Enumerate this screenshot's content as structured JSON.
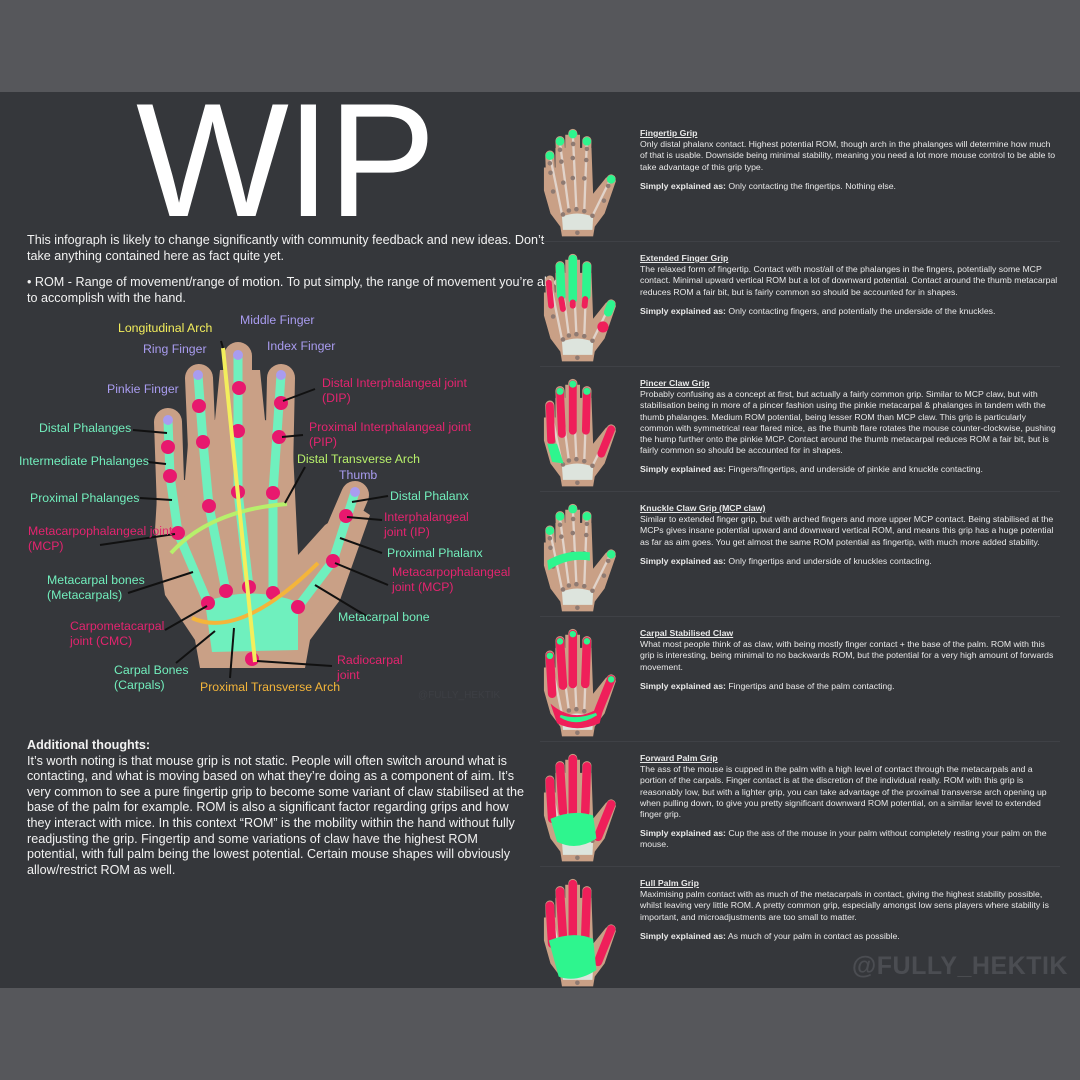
{
  "title": "WIP",
  "intro": {
    "disclaimer": "This infograph is likely to change significantly with community feedback and new ideas. Don’t take anything contained here as fact quite yet.",
    "rom_definition": "• ROM - Range of movement/range of motion. To put simply, the range of movement you’re able to accomplish with the hand."
  },
  "diagram": {
    "labels": {
      "longitudinal_arch": "Longitudinal Arch",
      "middle_finger": "Middle Finger",
      "ring_finger": "Ring Finger",
      "index_finger": "Index Finger",
      "pinkie_finger": "Pinkie Finger",
      "dip": "Distal Interphalangeal joint (DIP)",
      "pip": "Proximal Interphalangeal joint (PIP)",
      "distal_transverse_arch": "Distal Transverse Arch",
      "thumb": "Thumb",
      "distal_phalanges": "Distal Phalanges",
      "intermediate_phalanges": "Intermediate Phalanges",
      "proximal_phalanges": "Proximal Phalanges",
      "distal_phalanx": "Distal Phalanx",
      "mcp_left": "Metacarpophalangeal joint (MCP)",
      "ip": "Interphalangeal joint (IP)",
      "proximal_phalanx": "Proximal Phalanx",
      "mcp_right": "Metacarpophalangeal joint (MCP)",
      "metacarpals": "Metacarpal bones (Metacarpals)",
      "metacarpal_bone": "Metacarpal bone",
      "cmc": "Carpometacarpal joint (CMC)",
      "carpals": "Carpal Bones (Carpals)",
      "radiocarpal": "Radiocarpal joint",
      "proximal_transverse_arch": "Proximal Transverse Arch"
    },
    "colors": {
      "skin": "#c9a086",
      "bone": "#6ff0be",
      "joint": "#e8186e",
      "tip": "#a99cf0",
      "longitudinal": "#f3ee5c",
      "distal_arch": "#b7f06b",
      "proximal_arch": "#f4b53a"
    }
  },
  "additional": {
    "heading": "Additional thoughts:",
    "body": "It’s worth noting is that mouse grip is not static. People will often switch around what is contacting, and what is moving based on what they’re doing as a component of aim. It’s very common to see a pure fingertip grip to become some variant of claw stabilised at the base of the palm for example. ROM is also a significant factor regarding grips and how they interact with mice. In this context “ROM” is the mobility within the hand without fully readjusting the grip.  Fingertip and some variations of claw have the highest ROM potential, with full palm being the lowest potential. Certain mouse shapes will obviously allow/restrict ROM as well."
  },
  "simply_label": "Simply explained as:",
  "grips": [
    {
      "title": "Fingertip Grip",
      "body": "Only distal phalanx contact. Highest potential ROM, though arch in the phalanges will determine how much of that is usable. Downside being minimal stability, meaning you need a lot more mouse control to be able to take advantage of this grip type.",
      "simple": "Only contacting the fingertips. Nothing else."
    },
    {
      "title": "Extended Finger Grip",
      "body": "The relaxed form of fingertip. Contact with most/all of the phalanges in the fingers, potentially some MCP contact. Minimal upward vertical ROM but a lot of downward potential. Contact around the thumb metacarpal reduces ROM a fair bit, but is fairly common so should be accounted for in shapes.",
      "simple": "Only contacting fingers, and potentially the underside of the knuckles."
    },
    {
      "title": "Pincer Claw Grip",
      "body": "Probably confusing as a concept at first, but actually a fairly common grip. Similar to MCP claw, but with stabilisation being in more of a pincer fashion using the pinkie metacarpal & phalanges in tandem with the thumb phalanges. Medium ROM potential, being lesser ROM than MCP claw. This grip is particularly common with symmetrical rear flared mice, as the thumb flare rotates the mouse counter-clockwise, pushing the hump further onto the pinkie MCP. Contact around the thumb metacarpal reduces ROM a fair bit, but is fairly common so should be accounted for in shapes.",
      "simple": "Fingers/fingertips, and underside of pinkie and knuckle contacting."
    },
    {
      "title": "Knuckle Claw Grip (MCP claw)",
      "body": "Similar to extended finger grip, but with arched fingers and more upper MCP contact. Being stabilised at the MCPs gives insane potential upward and downward vertical ROM, and means this grip has a huge potential as far as aim goes. You get almost the same ROM potential as fingertip, with much more added stability.",
      "simple": "Only fingertips and underside of knuckles contacting."
    },
    {
      "title": "Carpal Stabilised Claw",
      "body": "What most people think of as claw, with being mostly finger contact + the base of the palm. ROM with this grip is interesting, being minimal to no backwards ROM, but the potential for a very high amount of forwards movement.",
      "simple": "Fingertips and base of the palm contacting."
    },
    {
      "title": "Forward Palm Grip",
      "body": "The ass of the mouse is cupped in the palm with a high level of contact through the metacarpals and a portion of the carpals. Finger contact is at the discretion of the individual really. ROM with this grip is reasonably low, but with a lighter grip, you can take advantage of the proximal transverse arch opening up when pulling down, to give you pretty significant downward ROM potential, on a similar level to extended finger grip.",
      "simple": "Cup the ass of the mouse in your palm without completely resting your palm on the mouse."
    },
    {
      "title": "Full Palm Grip",
      "body": "Maximising palm contact with as much of the metacarpals in contact, giving the highest stability possible, whilst leaving very little ROM. A pretty common grip, especially amongst low sens players where stability is important, and microadjustments are too small to matter.",
      "simple": "As much of your palm in contact as possible."
    }
  ],
  "watermark": "@FULLY_HEKTIK"
}
